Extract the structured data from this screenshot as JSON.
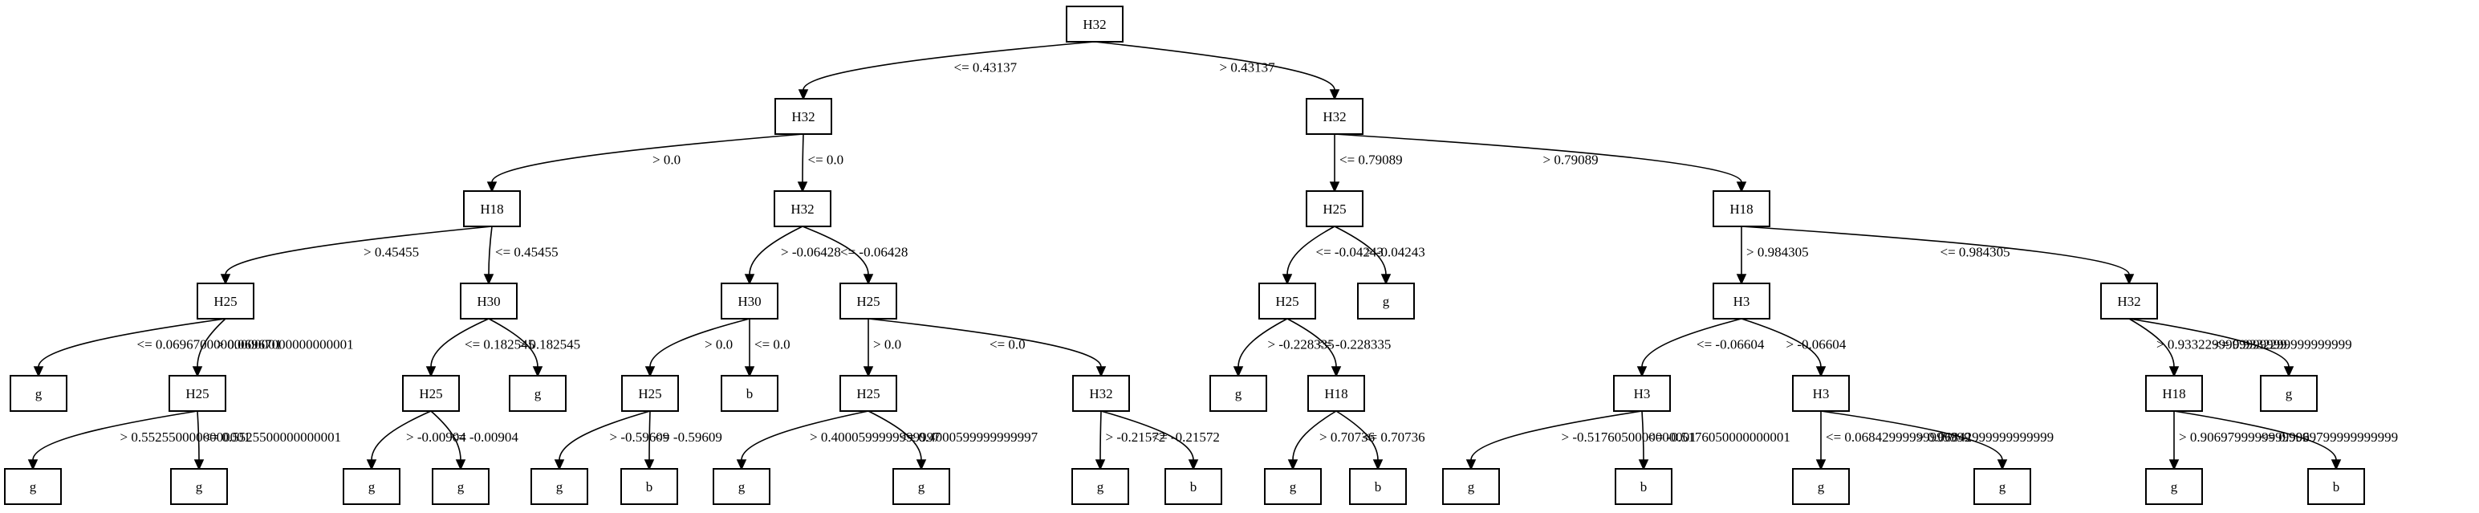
{
  "nodes": [
    {
      "id": "n0",
      "label": "H32"
    },
    {
      "id": "n1",
      "label": "H32"
    },
    {
      "id": "n2",
      "label": "H32"
    },
    {
      "id": "n3",
      "label": "H18"
    },
    {
      "id": "n4",
      "label": "H32"
    },
    {
      "id": "n5",
      "label": "H25"
    },
    {
      "id": "n6",
      "label": "H18"
    },
    {
      "id": "n7",
      "label": "H25"
    },
    {
      "id": "n8",
      "label": "H30"
    },
    {
      "id": "n9",
      "label": "H30"
    },
    {
      "id": "n10",
      "label": "H25"
    },
    {
      "id": "n11",
      "label": "H25"
    },
    {
      "id": "n12",
      "label": "g"
    },
    {
      "id": "n13",
      "label": "H3"
    },
    {
      "id": "n14",
      "label": "H32"
    },
    {
      "id": "n15",
      "label": "g"
    },
    {
      "id": "n16",
      "label": "H25"
    },
    {
      "id": "n17",
      "label": "H25"
    },
    {
      "id": "n18",
      "label": "g"
    },
    {
      "id": "n19",
      "label": "H25"
    },
    {
      "id": "n20",
      "label": "b"
    },
    {
      "id": "n21",
      "label": "H25"
    },
    {
      "id": "n22",
      "label": "H32"
    },
    {
      "id": "n23",
      "label": "g"
    },
    {
      "id": "n24",
      "label": "H18"
    },
    {
      "id": "n25",
      "label": "H3"
    },
    {
      "id": "n26",
      "label": "H3"
    },
    {
      "id": "n27",
      "label": "H18"
    },
    {
      "id": "n28",
      "label": "g"
    },
    {
      "id": "n29",
      "label": "g"
    },
    {
      "id": "n30",
      "label": "g"
    },
    {
      "id": "n31",
      "label": "g"
    },
    {
      "id": "n32",
      "label": "g"
    },
    {
      "id": "n33",
      "label": "g"
    },
    {
      "id": "n34",
      "label": "b"
    },
    {
      "id": "n35",
      "label": "g"
    },
    {
      "id": "n36",
      "label": "g"
    },
    {
      "id": "n37",
      "label": "g"
    },
    {
      "id": "n38",
      "label": "b"
    },
    {
      "id": "n39",
      "label": "g"
    },
    {
      "id": "n40",
      "label": "b"
    },
    {
      "id": "n41",
      "label": "g"
    },
    {
      "id": "n42",
      "label": "b"
    },
    {
      "id": "n43",
      "label": "g"
    },
    {
      "id": "n44",
      "label": "g"
    },
    {
      "id": "n45",
      "label": "g"
    },
    {
      "id": "n46",
      "label": "b"
    }
  ],
  "edges": [
    {
      "from": "n0",
      "to": "n1",
      "label": "<= 0.43137"
    },
    {
      "from": "n0",
      "to": "n2",
      "label": "> 0.43137"
    },
    {
      "from": "n1",
      "to": "n3",
      "label": "> 0.0"
    },
    {
      "from": "n1",
      "to": "n4",
      "label": "<= 0.0"
    },
    {
      "from": "n2",
      "to": "n5",
      "label": "<= 0.79089"
    },
    {
      "from": "n2",
      "to": "n6",
      "label": "> 0.79089"
    },
    {
      "from": "n3",
      "to": "n7",
      "label": "> 0.45455"
    },
    {
      "from": "n3",
      "to": "n8",
      "label": "<= 0.45455"
    },
    {
      "from": "n4",
      "to": "n9",
      "label": "> -0.06428"
    },
    {
      "from": "n4",
      "to": "n10",
      "label": "<= -0.06428"
    },
    {
      "from": "n5",
      "to": "n11",
      "label": "<= -0.04243"
    },
    {
      "from": "n5",
      "to": "n12",
      "label": "> -0.04243"
    },
    {
      "from": "n6",
      "to": "n13",
      "label": "> 0.984305"
    },
    {
      "from": "n6",
      "to": "n14",
      "label": "<= 0.984305"
    },
    {
      "from": "n7",
      "to": "n15",
      "label": "<= 0.06967000000000001"
    },
    {
      "from": "n7",
      "to": "n16",
      "label": "> 0.06967000000000001"
    },
    {
      "from": "n8",
      "to": "n17",
      "label": "<= 0.182545"
    },
    {
      "from": "n8",
      "to": "n18",
      "label": "> 0.182545"
    },
    {
      "from": "n9",
      "to": "n19",
      "label": "> 0.0"
    },
    {
      "from": "n9",
      "to": "n20",
      "label": "<= 0.0"
    },
    {
      "from": "n10",
      "to": "n21",
      "label": "> 0.0"
    },
    {
      "from": "n10",
      "to": "n22",
      "label": "<= 0.0"
    },
    {
      "from": "n11",
      "to": "n23",
      "label": "> -0.228335"
    },
    {
      "from": "n11",
      "to": "n24",
      "label": "<= -0.228335"
    },
    {
      "from": "n13",
      "to": "n25",
      "label": "<= -0.06604"
    },
    {
      "from": "n13",
      "to": "n26",
      "label": "> -0.06604"
    },
    {
      "from": "n14",
      "to": "n27",
      "label": "> 0.9332299999999999"
    },
    {
      "from": "n14",
      "to": "n28",
      "label": "<= 0.9332299999999999"
    },
    {
      "from": "n16",
      "to": "n29",
      "label": "> 0.5525500000000001"
    },
    {
      "from": "n16",
      "to": "n30",
      "label": "<= 0.5525500000000001"
    },
    {
      "from": "n17",
      "to": "n31",
      "label": "> -0.00904"
    },
    {
      "from": "n17",
      "to": "n32",
      "label": "<= -0.00904"
    },
    {
      "from": "n19",
      "to": "n33",
      "label": "> -0.59609"
    },
    {
      "from": "n19",
      "to": "n34",
      "label": "<= -0.59609"
    },
    {
      "from": "n21",
      "to": "n35",
      "label": "> 0.4000599999999997"
    },
    {
      "from": "n21",
      "to": "n36",
      "label": "<= 0.4000599999999997"
    },
    {
      "from": "n22",
      "to": "n37",
      "label": "> -0.21572"
    },
    {
      "from": "n22",
      "to": "n38",
      "label": "<= -0.21572"
    },
    {
      "from": "n24",
      "to": "n39",
      "label": "> 0.70736"
    },
    {
      "from": "n24",
      "to": "n40",
      "label": "<= 0.70736"
    },
    {
      "from": "n25",
      "to": "n41",
      "label": "> -0.5176050000000001"
    },
    {
      "from": "n25",
      "to": "n42",
      "label": "<= -0.5176050000000001"
    },
    {
      "from": "n26",
      "to": "n43",
      "label": "<= 0.06842999999999999"
    },
    {
      "from": "n26",
      "to": "n44",
      "label": "> 0.06842999999999999"
    },
    {
      "from": "n27",
      "to": "n45",
      "label": "> 0.9069799999999999"
    },
    {
      "from": "n27",
      "to": "n46",
      "label": "<= 0.9069799999999999"
    }
  ]
}
